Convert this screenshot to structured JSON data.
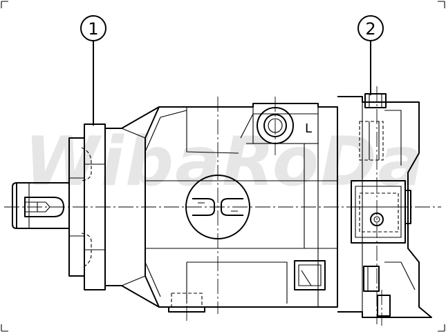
{
  "callouts": [
    {
      "label": "1"
    },
    {
      "label": "2"
    }
  ],
  "port_label": "L",
  "watermark": {
    "text": "WibaRoDa",
    "color": "#e6e6e6"
  },
  "colors": {
    "line": "#000000",
    "background": "#ffffff"
  }
}
